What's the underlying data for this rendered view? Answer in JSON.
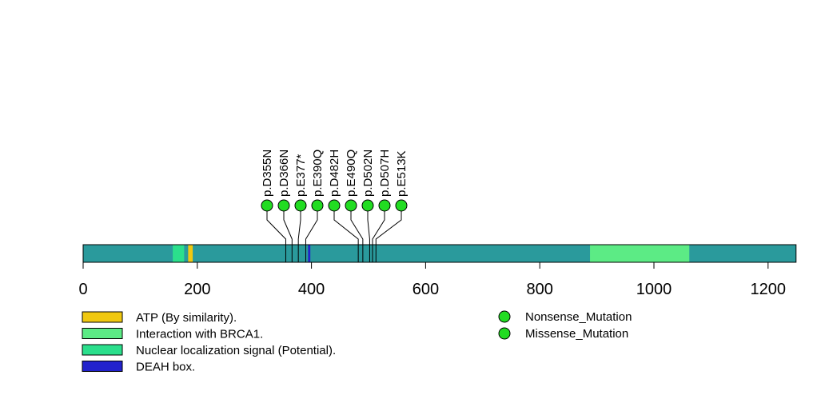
{
  "chart_data": {
    "type": "lollipop",
    "title": "",
    "xlabel": "",
    "axis": {
      "min": 0,
      "max": 1249,
      "ticks": [
        0,
        200,
        400,
        600,
        800,
        1000,
        1200
      ]
    },
    "protein_length": 1249,
    "track_color": "#2A9A9C",
    "mutations": [
      {
        "label": "p.D355N",
        "position": 355,
        "type": "Missense_Mutation",
        "color": "#22DC22"
      },
      {
        "label": "p.D366N",
        "position": 366,
        "type": "Missense_Mutation",
        "color": "#22DC22"
      },
      {
        "label": "p.E377*",
        "position": 377,
        "type": "Nonsense_Mutation",
        "color": "#22DC22"
      },
      {
        "label": "p.E390Q",
        "position": 390,
        "type": "Missense_Mutation",
        "color": "#22DC22"
      },
      {
        "label": "p.D482H",
        "position": 482,
        "type": "Missense_Mutation",
        "color": "#22DC22"
      },
      {
        "label": "p.E490Q",
        "position": 490,
        "type": "Missense_Mutation",
        "color": "#22DC22"
      },
      {
        "label": "p.D502N",
        "position": 502,
        "type": "Missense_Mutation",
        "color": "#22DC22"
      },
      {
        "label": "p.D507H",
        "position": 507,
        "type": "Missense_Mutation",
        "color": "#22DC22"
      },
      {
        "label": "p.E513K",
        "position": 513,
        "type": "Missense_Mutation",
        "color": "#22DC22"
      }
    ],
    "domains": [
      {
        "label": "ATP (By similarity).",
        "start": 184,
        "end": 192,
        "color": "#F0C810"
      },
      {
        "label": "Interaction with BRCA1.",
        "start": 888,
        "end": 1062,
        "color": "#5CEB85"
      },
      {
        "label": "Nuclear localization signal (Potential).",
        "start": 157,
        "end": 177,
        "color": "#2BDF8C"
      },
      {
        "label": "DEAH box.",
        "start": 394,
        "end": 398,
        "color": "#2222CC"
      }
    ],
    "mutation_type_legend": [
      {
        "label": "Nonsense_Mutation",
        "color": "#22DC22"
      },
      {
        "label": "Missense_Mutation",
        "color": "#22DC22"
      }
    ],
    "legend_position": "bottom",
    "grid": false
  }
}
